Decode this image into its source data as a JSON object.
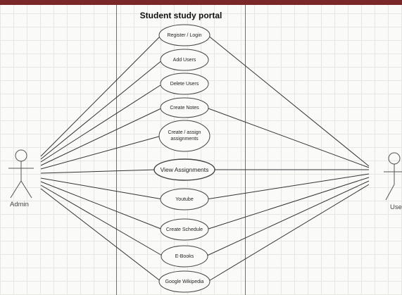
{
  "diagram": {
    "title": "Student study portal",
    "actors": {
      "admin": "Admin",
      "user": "User"
    },
    "use_cases": [
      {
        "id": "register-login",
        "label": "Register / Login"
      },
      {
        "id": "add-users",
        "label": "Add Users"
      },
      {
        "id": "delete-users",
        "label": "Delete Users"
      },
      {
        "id": "create-notes",
        "label": "Create Notes"
      },
      {
        "id": "create-assign-assignments",
        "label": "Create / assign assignments"
      },
      {
        "id": "view-assignments",
        "label": "View Assignments"
      },
      {
        "id": "youtube",
        "label": "Youtube"
      },
      {
        "id": "create-schedule",
        "label": "Create Schedule"
      },
      {
        "id": "e-books",
        "label": "E-Books"
      },
      {
        "id": "google-wikipedia",
        "label": "Google Wikipedia"
      }
    ],
    "associations": {
      "admin": [
        "register-login",
        "add-users",
        "delete-users",
        "create-notes",
        "create-assign-assignments",
        "view-assignments",
        "youtube",
        "create-schedule",
        "e-books",
        "google-wikipedia"
      ],
      "user": [
        "register-login",
        "create-notes",
        "view-assignments",
        "youtube",
        "create-schedule",
        "e-books",
        "google-wikipedia"
      ]
    }
  }
}
